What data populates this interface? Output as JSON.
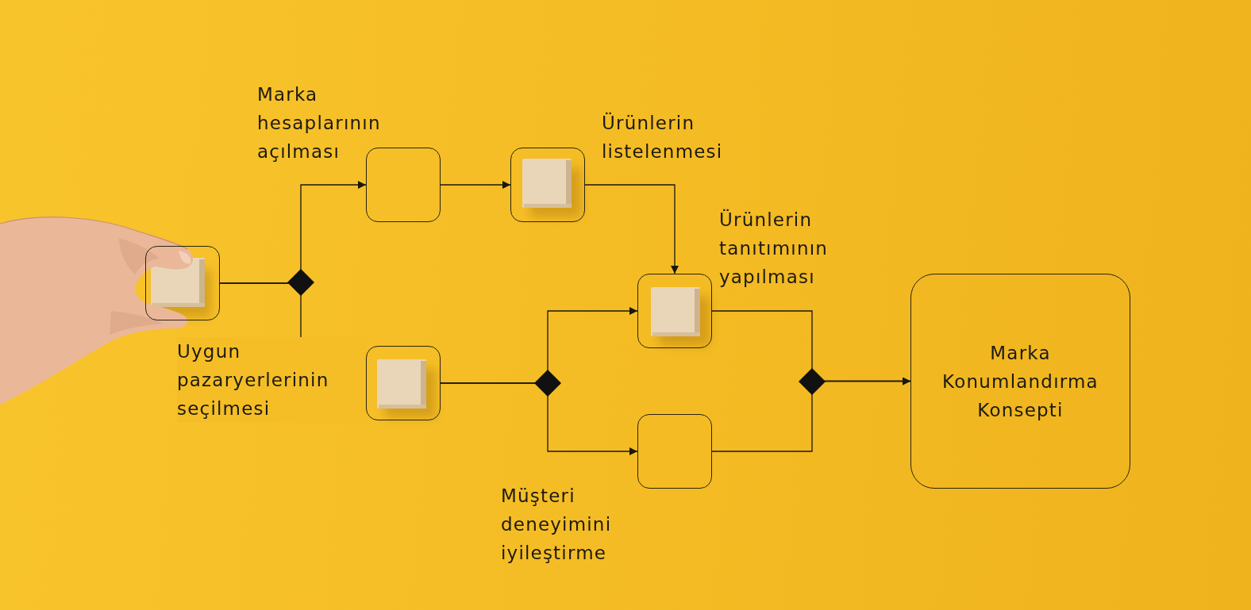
{
  "diagram": {
    "nodes": [
      {
        "text": [
          "Uygun pazaryerlerinin seçilmesi"
        ]
      },
      {
        "text": [
          "Marka hesaplarının açılması"
        ]
      },
      {
        "text": []
      },
      {
        "text": [
          "Ürünlerin listelenmesi"
        ]
      },
      {
        "text": [
          "Ürünlerin tanıtımının yapılması"
        ]
      },
      {
        "text": [
          "Müşteri deneyimini iyileştirme"
        ]
      },
      {
        "text": [
          "Marka Konumlandırma Konsepti"
        ]
      }
    ],
    "edges": [
      {
        "from": 0,
        "to": 1,
        "arrow": "to"
      },
      {
        "from": 0,
        "to": 2,
        "arrow": "to"
      },
      {
        "from": 1,
        "to": 3,
        "arrow": "to"
      },
      {
        "from": 3,
        "to": 4,
        "arrow": "to"
      },
      {
        "from": 2,
        "to": 4,
        "arrow": "to"
      },
      {
        "from": 2,
        "to": 5,
        "arrow": "to"
      },
      {
        "from": 4,
        "to": 6,
        "arrow": "to"
      },
      {
        "from": 5,
        "to": 6,
        "arrow": "to"
      }
    ]
  }
}
